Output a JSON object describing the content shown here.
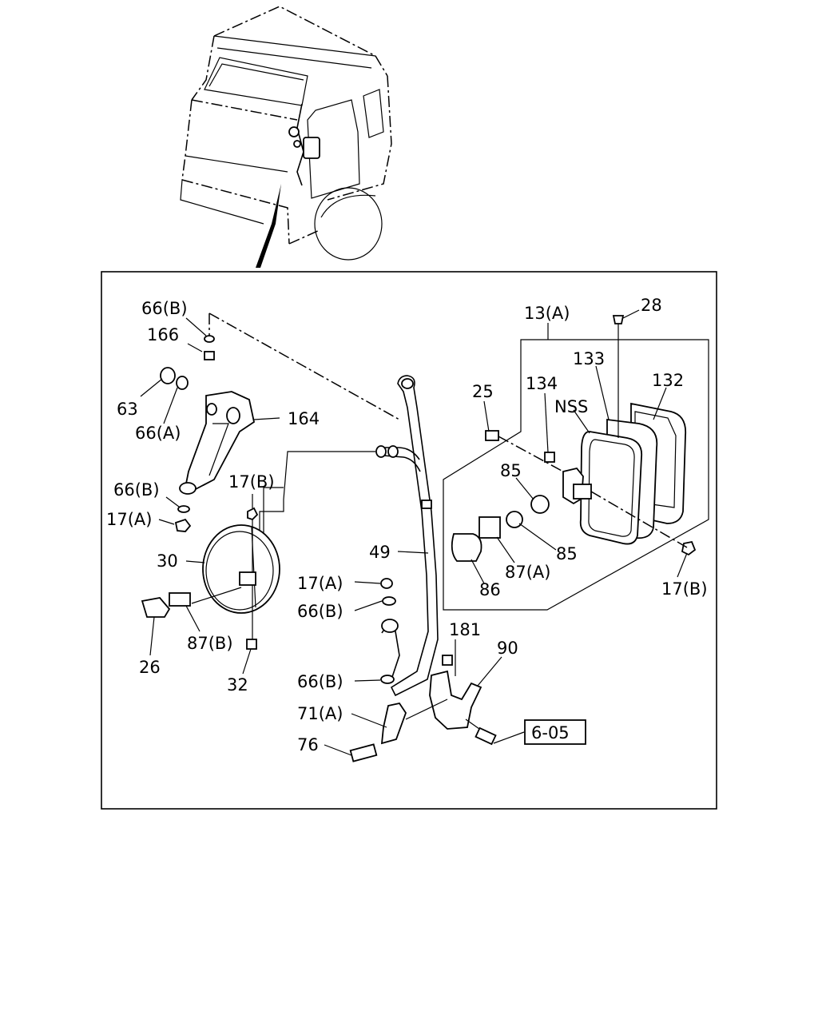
{
  "callouts": {
    "c66B_top": "66(B)",
    "c166": "166",
    "c63": "63",
    "c66A": "66(A)",
    "c164": "164",
    "c66B_left": "66(B)",
    "c17A_left": "17(A)",
    "c17B_left": "17(B)",
    "c30": "30",
    "c26": "26",
    "c87B": "87(B)",
    "c32": "32",
    "c49": "49",
    "c17A_mid": "17(A)",
    "c66B_mid": "66(B)",
    "c66B_low": "66(B)",
    "c71A": "71(A)",
    "c76": "76",
    "c181": "181",
    "c90": "90",
    "c13A": "13(A)",
    "c28": "28",
    "c25": "25",
    "c134": "134",
    "c133": "133",
    "c132": "132",
    "cNSS": "NSS",
    "c85_top": "85",
    "c85_bottom": "85",
    "c87A": "87(A)",
    "c86": "86",
    "c17B_right": "17(B)"
  },
  "reference": {
    "label": "6-05"
  }
}
